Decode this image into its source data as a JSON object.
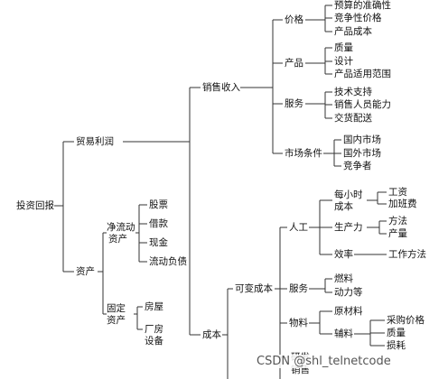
{
  "tree": {
    "root": "投资回报",
    "trade_profit": "贸易利润",
    "sales_income": "销售收入",
    "price": "价格",
    "price_items": [
      "预算的准确性",
      "竞争性价格",
      "产品成本"
    ],
    "product": "产品",
    "product_items": [
      "质量",
      "设计",
      "产品适用范围"
    ],
    "service": "服务",
    "service_items": [
      "技术支持",
      "销售人员能力",
      "交货配送"
    ],
    "market": "市场条件",
    "market_items": [
      "国内市场",
      "国外市场",
      "竞争者"
    ],
    "assets": "资产",
    "net_current_assets": [
      "净流动",
      "资产"
    ],
    "net_current_items": [
      "股票",
      "借款",
      "现金",
      "流动负债"
    ],
    "fixed_assets": [
      "固定",
      "资产"
    ],
    "fixed_items": [
      "房屋",
      "厂房",
      "设备"
    ],
    "cost": "成本",
    "variable_cost": "可变成本",
    "labor": "人工",
    "hourly_cost": [
      "每小时",
      "成本"
    ],
    "hourly_items": [
      "工资",
      "加班费"
    ],
    "productivity": "生产力",
    "productivity_items": [
      "方法",
      "产量"
    ],
    "efficiency": "效率",
    "efficiency_item": "工作方法",
    "vc_service": "服务",
    "vc_service_items": [
      "燃料",
      "动力等"
    ],
    "materials": "物料",
    "raw_material": "原材料",
    "auxiliary": "辅料",
    "auxiliary_items": [
      "采购价格",
      "质量",
      "损耗"
    ],
    "partial_items": [
      "研发",
      "销售"
    ]
  },
  "watermark": "CSDN @shl_telnetcode"
}
